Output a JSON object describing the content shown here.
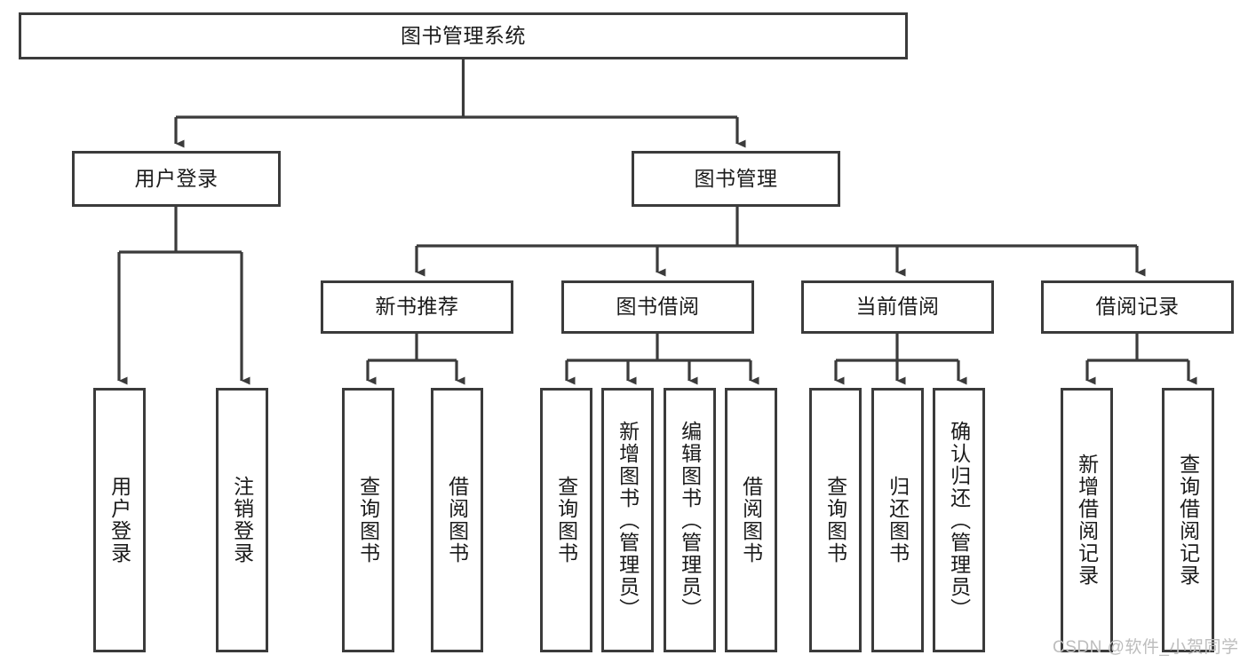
{
  "diagram": {
    "type": "tree-hierarchy-chart",
    "title": "图书管理系统",
    "line_color": "#3b3b3b",
    "box_fill": "#ffffff",
    "text_color": "#1b1b1b",
    "levels": {
      "root": {
        "label": "图书管理系统"
      },
      "level2": [
        {
          "label": "用户登录"
        },
        {
          "label": "图书管理"
        }
      ],
      "level3": [
        {
          "label": "新书推荐"
        },
        {
          "label": "图书借阅"
        },
        {
          "label": "当前借阅"
        },
        {
          "label": "借阅记录"
        }
      ],
      "leaves": [
        {
          "label": "用户登录",
          "parent": "用户登录"
        },
        {
          "label": "注销登录",
          "parent": "用户登录"
        },
        {
          "label": "查询图书",
          "parent": "新书推荐"
        },
        {
          "label": "借阅图书",
          "parent": "新书推荐"
        },
        {
          "label": "查询图书",
          "parent": "图书借阅"
        },
        {
          "label": "新增图书（管理员）",
          "parent": "图书借阅"
        },
        {
          "label": "编辑图书（管理员）",
          "parent": "图书借阅"
        },
        {
          "label": "借阅图书",
          "parent": "图书借阅"
        },
        {
          "label": "查询图书",
          "parent": "当前借阅"
        },
        {
          "label": "归还图书",
          "parent": "当前借阅"
        },
        {
          "label": "确认归还（管理员）",
          "parent": "当前借阅"
        },
        {
          "label": "新增借阅记录",
          "parent": "借阅记录"
        },
        {
          "label": "查询借阅记录",
          "parent": "借阅记录"
        }
      ]
    }
  },
  "watermark": {
    "text": "CSDN @软件_小贺同学"
  }
}
